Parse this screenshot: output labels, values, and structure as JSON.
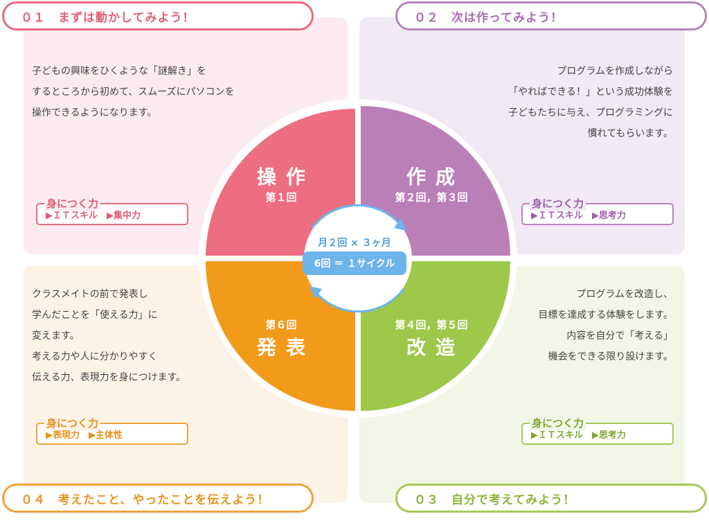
{
  "steps": [
    {
      "title": "０１　まずは動かしてみよう！",
      "desc": "子どもの興味をひくような「謎解き」を\nするところから初めて、スムーズにパソコンを\n操作できるようになります。",
      "skill_title": "身につく力",
      "skills": "▶ＩＴスキル　▶集中力"
    },
    {
      "title": "０２　次は作ってみよう！",
      "desc": "プログラムを作成しながら\n「やればできる！」という成功体験を\n子どもたちに与え、プログラミングに\n慣れてもらいます。",
      "skill_title": "身につく力",
      "skills": "▶ＩＴスキル　▶思考力"
    },
    {
      "title": "０３　自分で考えてみよう！",
      "desc": "プログラムを改造し、\n目標を達成する体験をします。\n内容を自分で「考える」\n機会をできる限り設けます。",
      "skill_title": "身につく力",
      "skills": "▶ＩＴスキル　▶思考力"
    },
    {
      "title": "０４　考えたこと、やったことを伝えよう！",
      "desc": "クラスメイトの前で発表し\n学んだことを「使える力」に\n変えます。\n考える力や人に分かりやすく\n伝える力、表現力を身につけます。",
      "skill_title": "身につく力",
      "skills": "▶表現力　▶主体性"
    }
  ],
  "wheel": {
    "q1_name": "操作",
    "q1_rounds": "第１回",
    "q2_name": "作成",
    "q2_rounds": "第２回，第３回",
    "q3_name": "改造",
    "q3_rounds": "第４回，第５回",
    "q4_name": "発表",
    "q4_rounds": "第６回",
    "center_top": "月２回 × ３ヶ月",
    "center_box": "6回 ＝ １サイクル"
  },
  "colors": {
    "pink": "#ec6e80",
    "purple": "#bb7fb8",
    "green": "#9dc84a",
    "orange": "#f29a1a",
    "blue": "#6cb4ea"
  }
}
